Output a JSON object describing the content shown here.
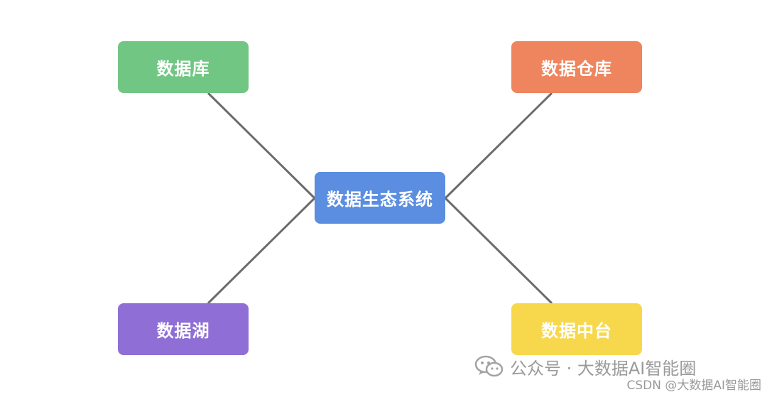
{
  "diagram": {
    "center": {
      "label": "数据生态系统",
      "color": "#5b8de0"
    },
    "nodes": [
      {
        "id": "database",
        "label": "数据库",
        "color": "#72c684"
      },
      {
        "id": "data-warehouse",
        "label": "数据仓库",
        "color": "#ee855e"
      },
      {
        "id": "data-lake",
        "label": "数据湖",
        "color": "#8f6fd6"
      },
      {
        "id": "data-middle-platform",
        "label": "数据中台",
        "color": "#f7d84c"
      }
    ],
    "line_color": "#6b6b6b"
  },
  "watermark": {
    "text": "公众号 · 大数据AI智能圈",
    "icon": "wechat-icon"
  },
  "credit": "CSDN @大数据AI智能圈"
}
